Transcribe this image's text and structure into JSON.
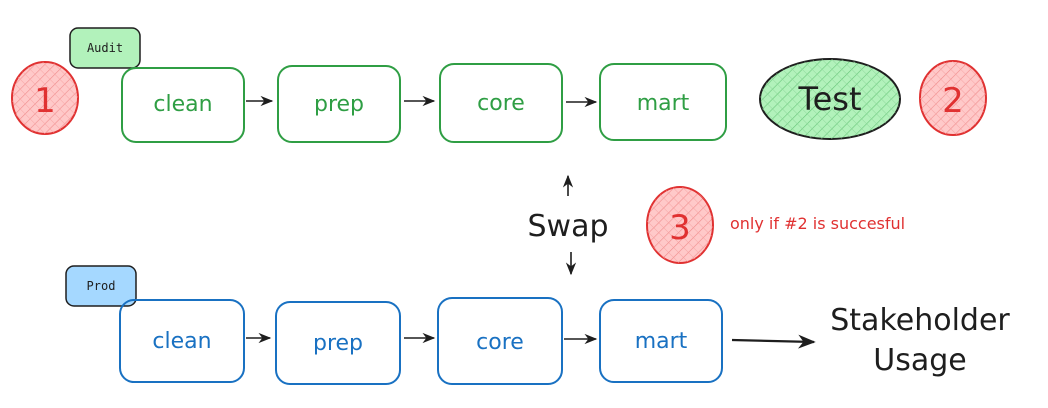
{
  "audit": {
    "env_label": "Audit",
    "nodes": [
      "clean",
      "prep",
      "core",
      "mart"
    ],
    "color": "#2f9e44",
    "tag_fill": "#b2f2bb"
  },
  "prod": {
    "env_label": "Prod",
    "nodes": [
      "clean",
      "prep",
      "core",
      "mart"
    ],
    "color": "#1971c2",
    "tag_fill": "#a5d8ff"
  },
  "test": {
    "label": "Test",
    "fill": "#b2f2bb",
    "stroke": "#1e1e1e"
  },
  "steps": {
    "one": "1",
    "two": "2",
    "three": "3",
    "color": "#e03131",
    "fill": "#ffc9c9"
  },
  "swap": {
    "label": "Swap"
  },
  "note": {
    "text": "only if #2 is succesful"
  },
  "stakeholder": {
    "line1": "Stakeholder",
    "line2": "Usage"
  }
}
